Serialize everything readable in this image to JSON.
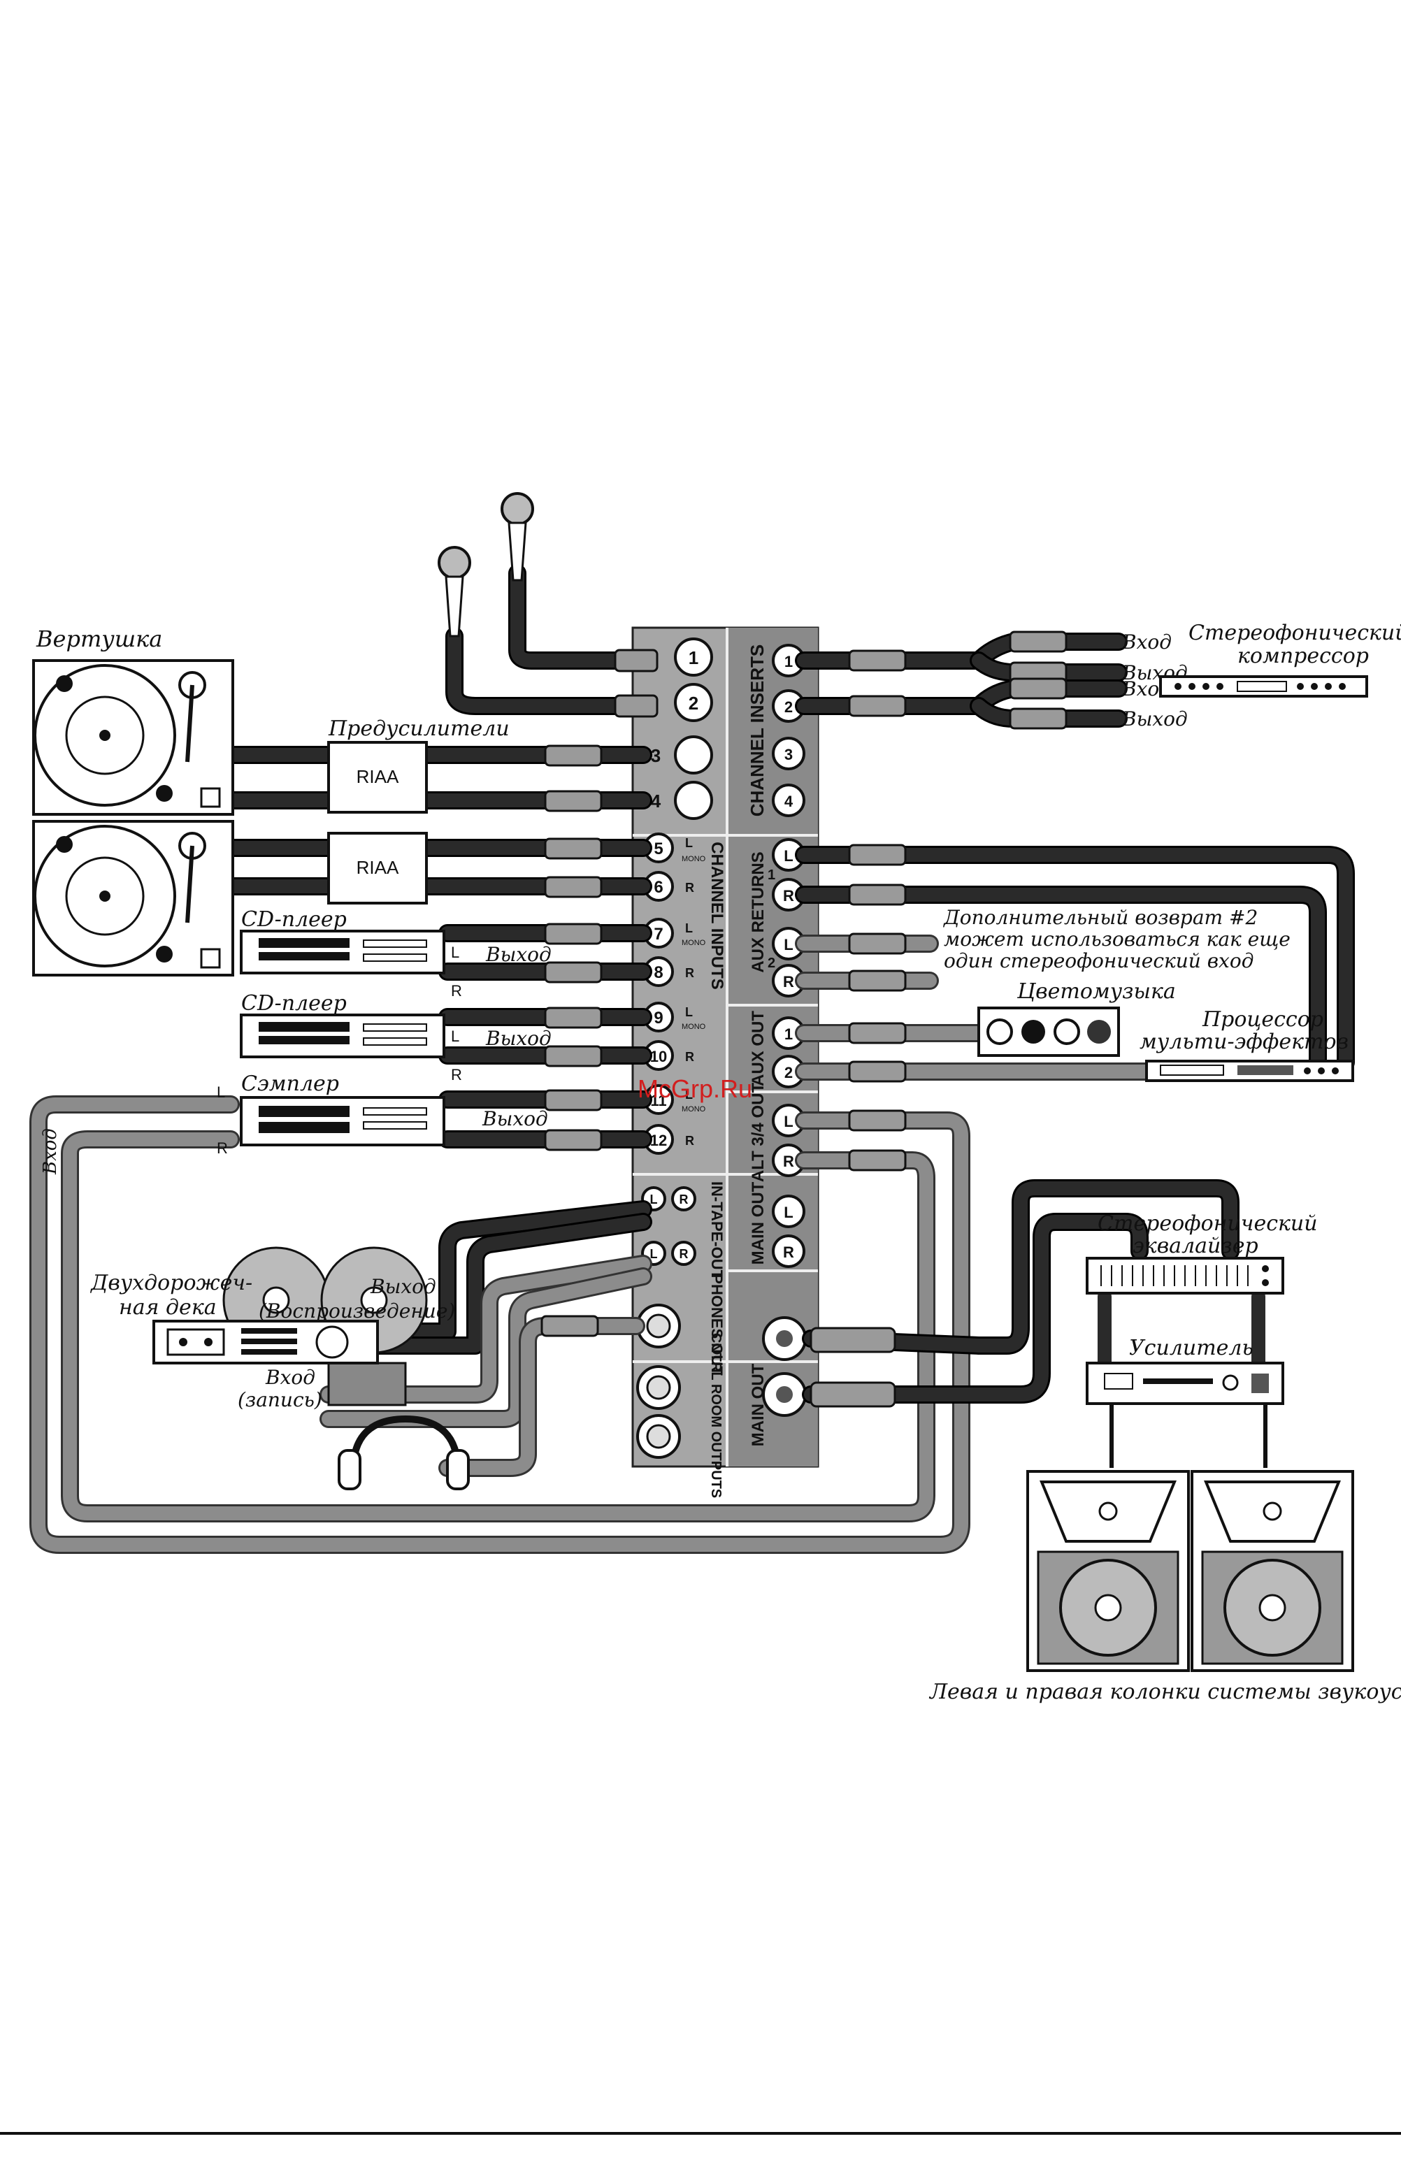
{
  "watermark": "McGrp.Ru",
  "colors": {
    "panel_grey": "#a6a6a6",
    "panel_dark": "#8a8a8a",
    "watermark": "#d21e1e",
    "cable_dark": "#2a2a2a",
    "cable_grey": "#8c8c8c"
  },
  "devices": {
    "turntable_label": "Вертушка",
    "preamps_label": "Предусилители",
    "riaa_1": "RIAA",
    "riaa_2": "RIAA",
    "cd_player_1": "CD-плеер",
    "cd_player_2": "CD-плеер",
    "sampler": "Сэмплер",
    "output_1": "Выход",
    "output_2": "Выход",
    "output_3": "Выход",
    "left": "L",
    "right": "R",
    "input_vertical": "Вход",
    "tape_deck_line1": "Двухдорожеч-",
    "tape_deck_line2": "ная дека",
    "tape_out_line1": "Выход",
    "tape_out_line2": "(Воспроизведение)",
    "tape_in_line1": "Вход",
    "tape_in_line2": "(запись)",
    "compressor_line1": "Стереофонический",
    "compressor_line2": "компрессор",
    "comp_in_1": "Вход",
    "comp_out_1": "Выход",
    "comp_in_2": "Вход",
    "comp_out_2": "Выход",
    "aux_note_line1": "Дополнительный возврат #2",
    "aux_note_line2": "может использоваться как еще",
    "aux_note_line3": "один стереофонический вход",
    "light_music": "Цветомузыка",
    "fx_line1": "Процессор",
    "fx_line2": "мульти-эффектов",
    "eq_line1": "Стереофонический",
    "eq_line2": "эквалайзер",
    "amplifier": "Усилитель",
    "speakers_caption": "Левая и правая колонки системы звукоусиления"
  },
  "panel": {
    "channel_inserts": "CHANNEL INSERTS",
    "channel_inputs": "CHANNEL INPUTS",
    "aux_returns": "AUX RETURNS",
    "aux_out": "AUX OUT",
    "alt_out": "ALT 3/4 OUT",
    "main_out_1": "MAIN OUT",
    "in_tape_out": "IN-TAPE-OUT",
    "phones_out": "PHONES OUT",
    "main_out_2": "MAIN OUT",
    "cntrl_room": "CNTRL ROOM OUTPUTS",
    "mono": "MONO",
    "ch1": "1",
    "ch2": "2",
    "ch3": "3",
    "ch4": "4",
    "ch5": "5",
    "ch6": "6",
    "ch7": "7",
    "ch8": "8",
    "ch9": "9",
    "ch10": "10",
    "ch11": "11",
    "ch12": "12",
    "ins1": "1",
    "ins2": "2",
    "ins3": "3",
    "ins4": "4",
    "ret_L1": "L",
    "ret_R1": "R",
    "ret_1": "1",
    "ret_L2": "L",
    "ret_R2": "R",
    "ret_2": "2",
    "aux1": "1",
    "aux2": "2",
    "alt_L": "L",
    "alt_R": "R",
    "main_L": "L",
    "main_R": "R",
    "tape_L1": "L",
    "tape_R1": "R",
    "tape_L2": "L",
    "tape_R2": "R",
    "in_L5": "L",
    "in_R6": "R",
    "in_L7": "L",
    "in_R8": "R",
    "in_L9": "L",
    "in_R10": "R",
    "in_L11": "L",
    "in_R12": "R"
  }
}
